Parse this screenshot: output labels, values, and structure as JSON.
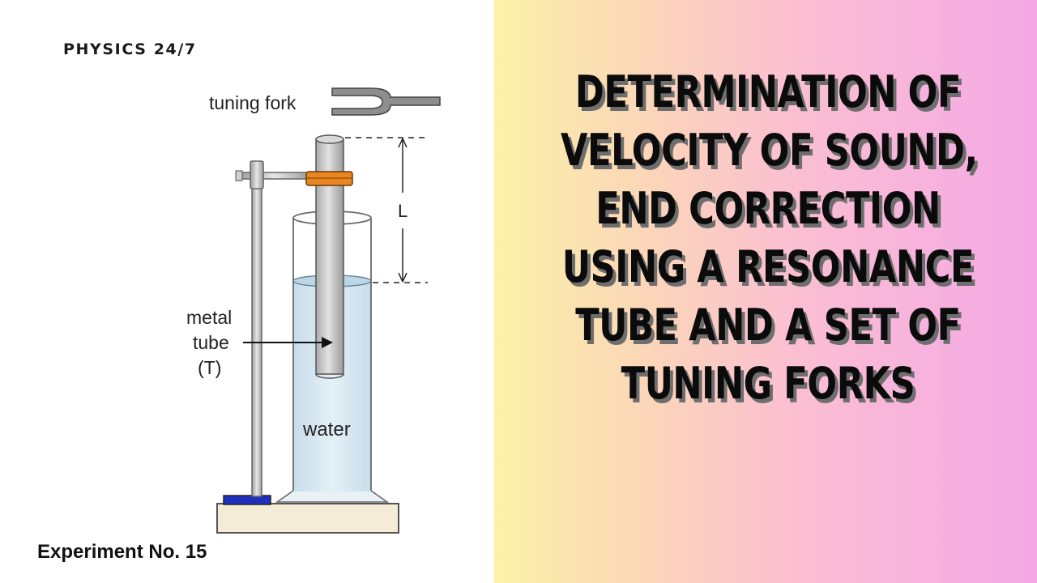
{
  "brand": "PHYSICS 24/7",
  "experiment_label": "Experiment No. 15",
  "title_lines": [
    "Determination of",
    "velocity of sound,",
    "end correction",
    "using a resonance",
    "tube and a set of",
    "tuning forks"
  ],
  "diagram": {
    "labels": {
      "tuning_fork": "tuning fork",
      "length": "L",
      "metal_1": "metal",
      "metal_2": "tube",
      "metal_3": "(T)",
      "water": "water"
    }
  },
  "colors": {
    "clamp_band": "#e9861f",
    "base_pad": "#1f2fc0",
    "base_block": "#f4ecd6",
    "water": "#d5e7f2",
    "tube": "#bfbfbf"
  }
}
